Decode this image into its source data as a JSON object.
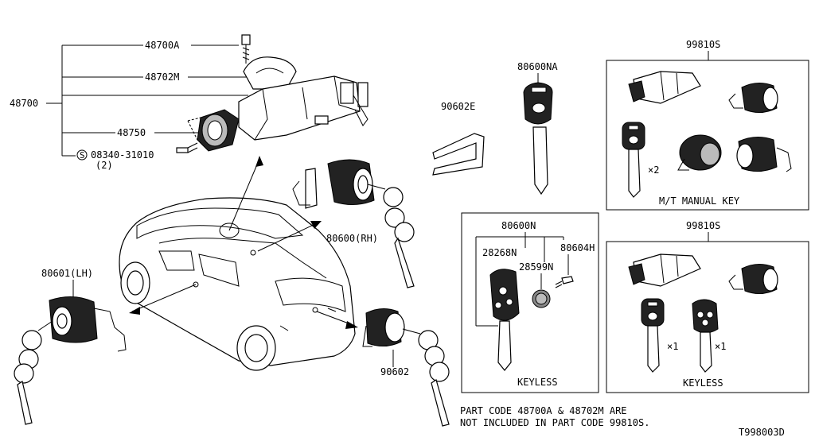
{
  "labels": {
    "p48700A": "48700A",
    "p48702M": "48702M",
    "p48700": "48700",
    "p48750": "48750",
    "p08340": "08340-31010",
    "p08340_qty": "(2)",
    "p80600NA": "80600NA",
    "p90602E": "90602E",
    "p80600RH": "80600(RH)",
    "p80601LH": "80601(LH)",
    "p90602": "90602",
    "p80600N": "80600N",
    "p28268N": "28268N",
    "p80604H": "80604H",
    "p28599N": "28599N",
    "keyless_center": "KEYLESS",
    "p99810S_top": "99810S",
    "mt_manual_key": "M/T MANUAL KEY",
    "x2": "×2",
    "p99810S_bottom": "99810S",
    "x1_a": "×1",
    "x1_b": "×1",
    "keyless_right": "KEYLESS"
  },
  "note": {
    "line1": "PART CODE 48700A & 48702M ARE",
    "line2": "NOT INCLUDED IN PART CODE 99810S."
  },
  "diagram_code": "T998003D"
}
